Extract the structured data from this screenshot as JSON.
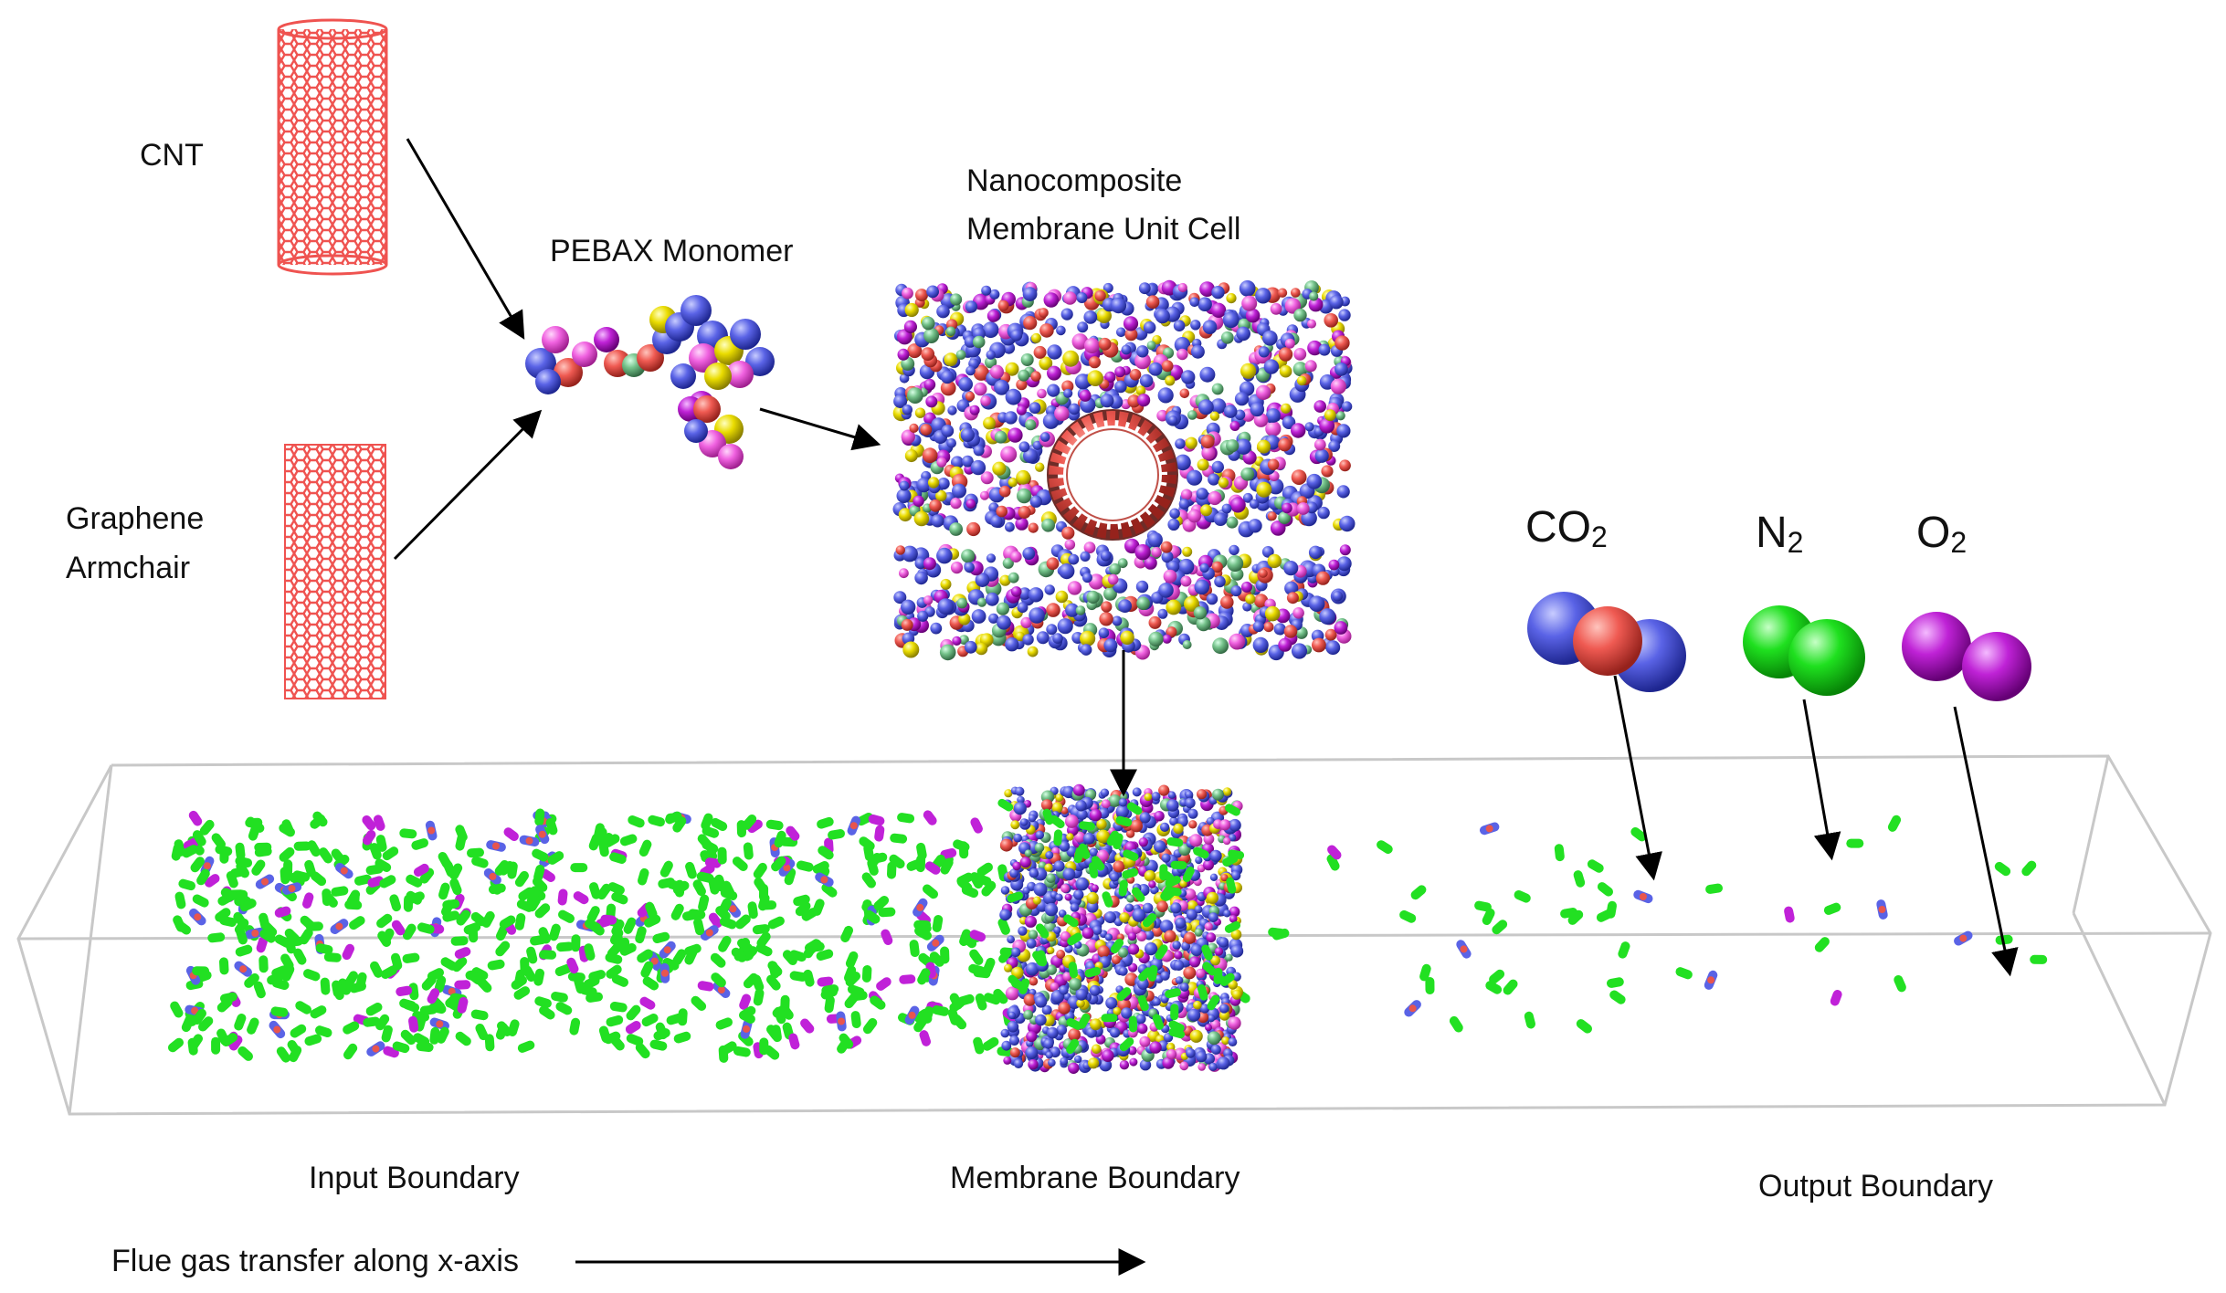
{
  "labels": {
    "cnt": "CNT",
    "graphene_line1": "Graphene",
    "graphene_line2": "Armchair",
    "pebax": "PEBAX Monomer",
    "unit_cell_line1": "Nanocomposite",
    "unit_cell_line2": "Membrane Unit Cell",
    "input_boundary": "Input Boundary",
    "membrane_boundary": "Membrane Boundary",
    "output_boundary": "Output Boundary",
    "flue_gas": "Flue gas transfer along x-axis"
  },
  "molecules": [
    {
      "base": "CO",
      "sub": "2"
    },
    {
      "base": "N",
      "sub": "2"
    },
    {
      "base": "O",
      "sub": "2"
    }
  ],
  "colors": {
    "nanotube": "#ef5350",
    "carbon_red": "#e8554e",
    "oxygen_purple": "#c021d8",
    "nitrogen_green": "#18e018",
    "blue_atom": "#4a55d8",
    "pink_atom": "#f060e0",
    "yellow_atom": "#e8d800",
    "box_edge": "#c8c8c8"
  }
}
